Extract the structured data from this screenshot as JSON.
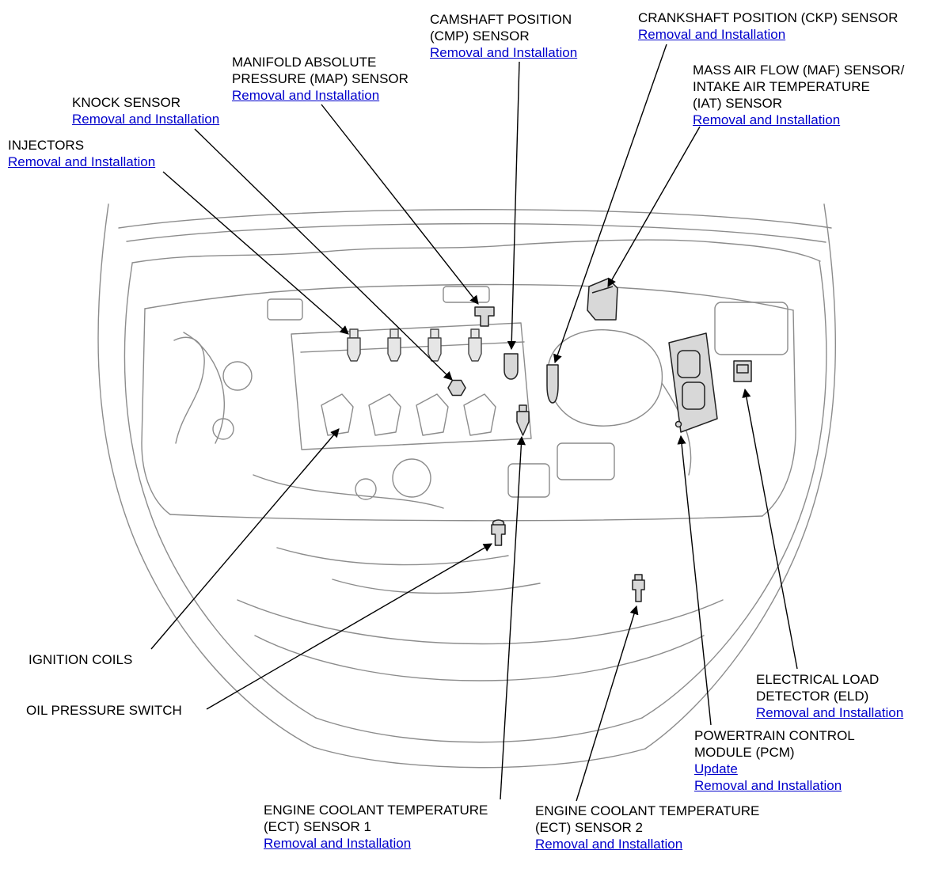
{
  "page": {
    "background": "#ffffff",
    "text_color": "#000000",
    "link_color": "#0000cc",
    "art_color": "#8c8c8c",
    "part_color": "#222222"
  },
  "labels": [
    {
      "name": "camshaft-position-sensor",
      "lines": [
        "CAMSHAFT POSITION",
        "(CMP) SENSOR"
      ],
      "links": [
        "Removal and Installation"
      ]
    },
    {
      "name": "crankshaft-position-sensor",
      "lines": [
        "CRANKSHAFT POSITION (CKP) SENSOR"
      ],
      "links": [
        "Removal and Installation"
      ]
    },
    {
      "name": "manifold-absolute-pressure-sensor",
      "lines": [
        "MANIFOLD ABSOLUTE",
        "PRESSURE (MAP) SENSOR"
      ],
      "links": [
        "Removal and Installation"
      ]
    },
    {
      "name": "mass-air-flow-iat-sensor",
      "lines": [
        "MASS AIR FLOW (MAF) SENSOR/",
        "INTAKE AIR TEMPERATURE",
        "(IAT) SENSOR"
      ],
      "links": [
        "Removal and Installation"
      ]
    },
    {
      "name": "knock-sensor",
      "lines": [
        "KNOCK SENSOR"
      ],
      "links": [
        "Removal and Installation"
      ]
    },
    {
      "name": "injectors",
      "lines": [
        "INJECTORS"
      ],
      "links": [
        "Removal and Installation"
      ]
    },
    {
      "name": "ignition-coils",
      "lines": [
        "IGNITION COILS"
      ],
      "links": []
    },
    {
      "name": "oil-pressure-switch",
      "lines": [
        "OIL PRESSURE SWITCH"
      ],
      "links": []
    },
    {
      "name": "electrical-load-detector",
      "lines": [
        "ELECTRICAL LOAD",
        "DETECTOR (ELD)"
      ],
      "links": [
        "Removal and Installation"
      ]
    },
    {
      "name": "powertrain-control-module",
      "lines": [
        "POWERTRAIN CONTROL",
        "MODULE (PCM)"
      ],
      "links": [
        "Update",
        "Removal and Installation"
      ]
    },
    {
      "name": "ect-sensor-1",
      "lines": [
        "ENGINE COOLANT TEMPERATURE",
        "(ECT) SENSOR 1"
      ],
      "links": [
        "Removal and Installation"
      ]
    },
    {
      "name": "ect-sensor-2",
      "lines": [
        "ENGINE COOLANT TEMPERATURE",
        "(ECT) SENSOR 2"
      ],
      "links": [
        "Removal and Installation"
      ]
    }
  ]
}
